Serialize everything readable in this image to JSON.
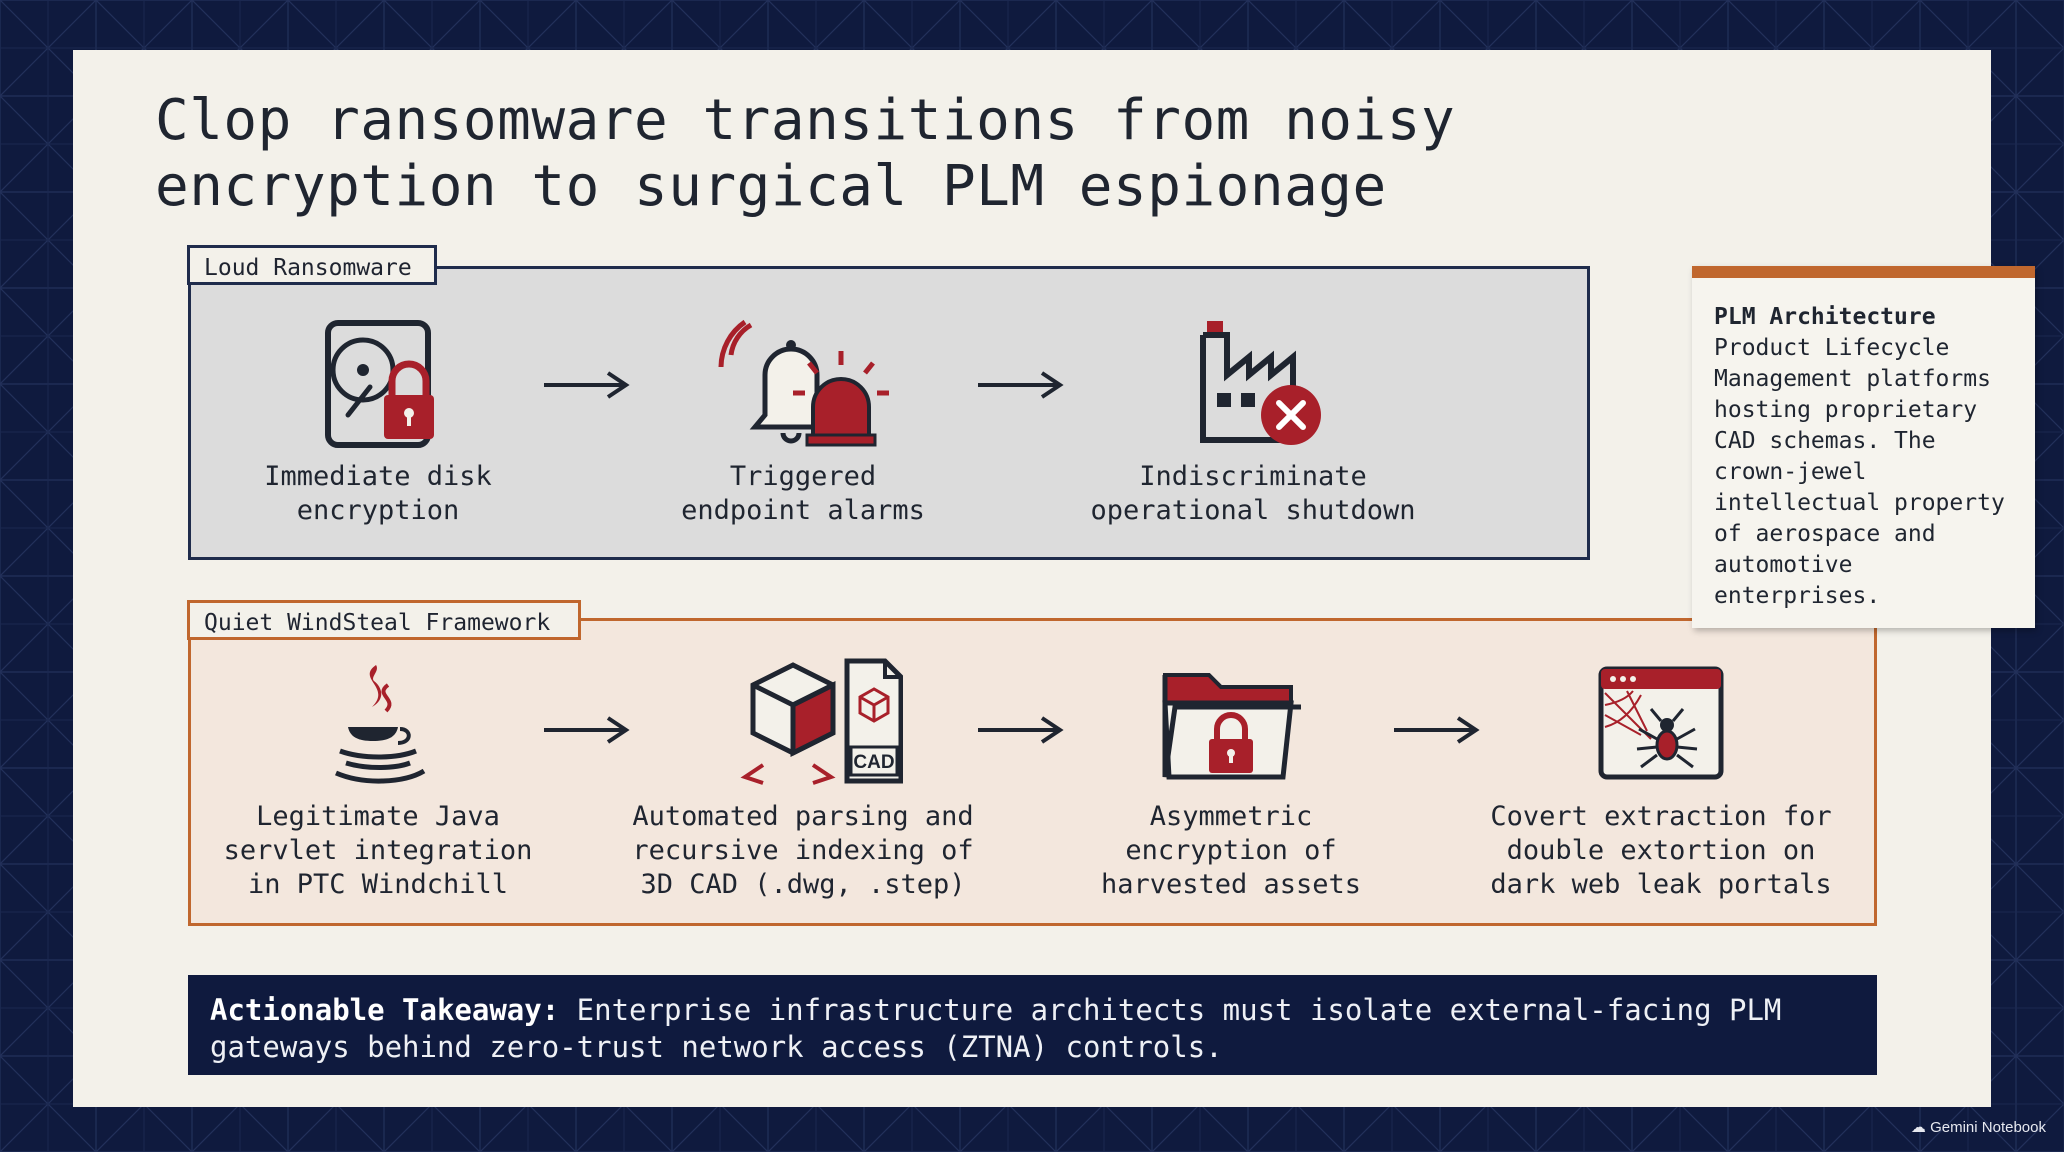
{
  "title": "Clop ransomware transitions from noisy encryption to surgical PLM espionage",
  "loud": {
    "tab": "Loud Ransomware",
    "steps": [
      {
        "icon": "hard-drive-lock-icon",
        "label": "Immediate disk\nencryption"
      },
      {
        "icon": "alarm-bell-siren-icon",
        "label": "Triggered\nendpoint alarms"
      },
      {
        "icon": "factory-shutdown-icon",
        "label": "Indiscriminate\noperational shutdown"
      }
    ]
  },
  "quiet": {
    "tab": "Quiet WindSteal Framework",
    "steps": [
      {
        "icon": "java-coffee-icon",
        "label": "Legitimate Java\nservlet integration\nin PTC Windchill"
      },
      {
        "icon": "cube-cad-file-icon",
        "label": "Automated parsing and\nrecursive indexing of\n3D CAD (.dwg, .step)"
      },
      {
        "icon": "locked-folder-icon",
        "label": "Asymmetric\nencryption of\nharvested assets"
      },
      {
        "icon": "spider-web-browser-icon",
        "label": "Covert extraction for\ndouble extortion on\ndark web leak portals"
      }
    ],
    "cad_badge": "CAD"
  },
  "note": {
    "title": "PLM Architecture",
    "body": "Product Lifecycle Management platforms hosting proprietary CAD schemas. The crown-jewel intellectual property of aerospace and automotive enterprises."
  },
  "takeaway": {
    "lead": "Actionable Takeaway:",
    "text": " Enterprise infrastructure architects must isolate external-facing PLM gateways behind zero-trust network access (ZTNA) controls."
  },
  "brand": "Gemini Notebook",
  "colors": {
    "navy": "#0f1a3e",
    "accent": "#c0672e",
    "red": "#a8202a"
  }
}
